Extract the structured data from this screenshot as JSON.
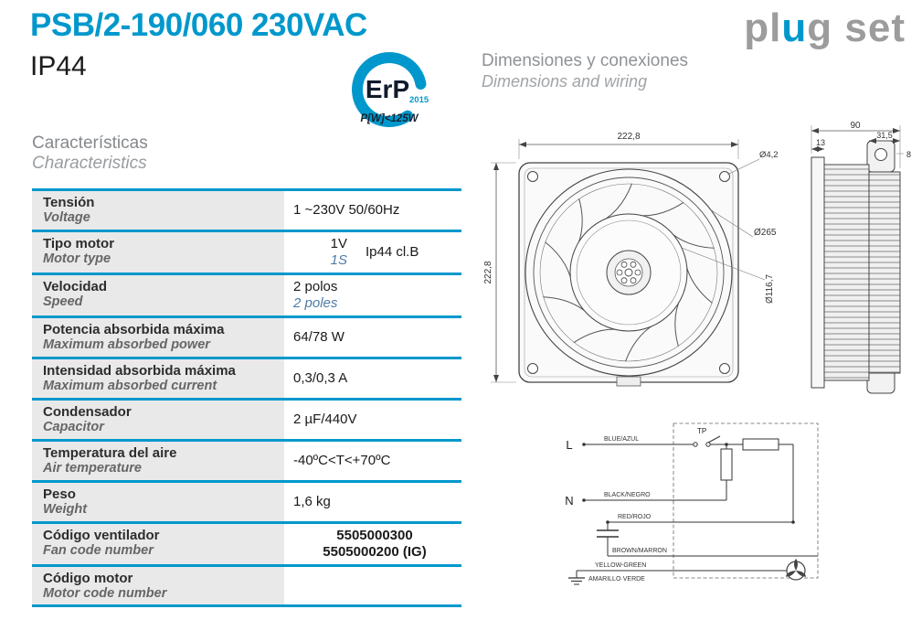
{
  "colors": {
    "accent": "#0098cc",
    "blue_italic": "#4f7ca9",
    "logo_gray": "#9c9c9c"
  },
  "header": {
    "title": "PSB/2-190/060 230VAC",
    "ip_rating": "IP44",
    "brand_pre": "pl",
    "brand_u": "u",
    "brand_post": "g set",
    "erp_text": "ErP",
    "erp_year": "2015",
    "erp_power": "P[W]<125W"
  },
  "characteristics": {
    "heading_es": "Características",
    "heading_en": "Characteristics",
    "rows": [
      {
        "es": "Tensión",
        "en": "Voltage",
        "v1": "1 ~230V 50/60Hz"
      },
      {
        "es": "Tipo motor",
        "en": "Motor type",
        "v1": "1V",
        "v2": "1S",
        "side": "Ip44 cl.B"
      },
      {
        "es": "Velocidad",
        "en": "Speed",
        "v1": "2 polos",
        "v2": "2 poles"
      },
      {
        "es": "Potencia absorbida máxima",
        "en": "Maximum absorbed power",
        "v1": "64/78 W"
      },
      {
        "es": "Intensidad absorbida máxima",
        "en": "Maximum absorbed current",
        "v1": "0,3/0,3 A"
      },
      {
        "es": "Condensador",
        "en": "Capacitor",
        "v1": "2 µF/440V"
      },
      {
        "es": "Temperatura del aire",
        "en": "Air temperature",
        "v1": "-40ºC<T<+70ºC"
      },
      {
        "es": "Peso",
        "en": "Weight",
        "v1": "1,6 kg"
      },
      {
        "es": "Código ventilador",
        "en": "Fan code number",
        "v1": "5505000300",
        "v2": "5505000200 (IG)"
      },
      {
        "es": "Código motor",
        "en": "Motor code number",
        "v1": ""
      }
    ]
  },
  "dimensions": {
    "heading_es": "Dimensiones y conexiones",
    "heading_en": "Dimensions and wiring",
    "width": "222,8",
    "height": "222,8",
    "hole": "Ø4,2",
    "outer": "Ø265",
    "inner": "Ø116,7",
    "depth": "90",
    "flange": "13",
    "body": "31,5",
    "tab": "8"
  },
  "wiring": {
    "l": "L",
    "n": "N",
    "tp": "TP",
    "blue": "BLUE/AZUL",
    "black": "BLACK/NEGRO",
    "red": "RED/ROJO",
    "brown": "BROWN/MARRON",
    "yellow_green": "YELLOW-GREEN",
    "amarillo_verde": "AMARILLO·VERDE"
  }
}
